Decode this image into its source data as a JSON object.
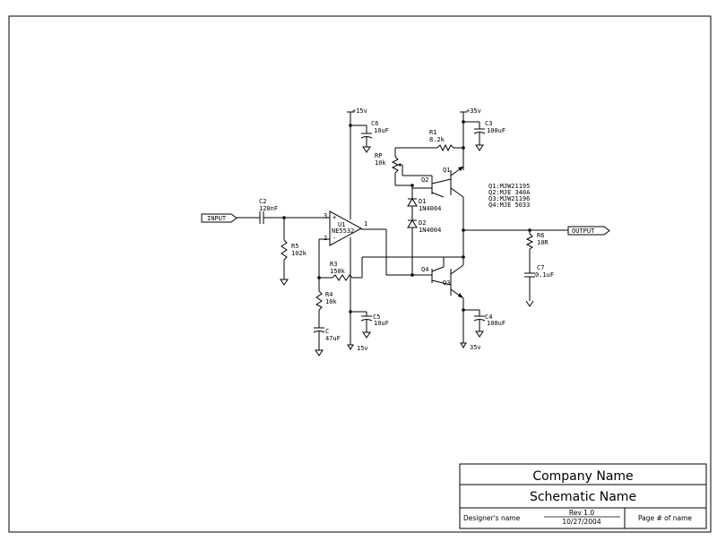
{
  "schematic": {
    "supplies": {
      "pos15": "+15v",
      "neg15": "15v",
      "pos35": "+35v",
      "neg35": "35v"
    },
    "ports": {
      "input": "INPUT",
      "output": "OUTPUT"
    },
    "components": {
      "c6": {
        "ref": "C6",
        "value": "10uF"
      },
      "c5": {
        "ref": "C5",
        "value": "10uF"
      },
      "c3": {
        "ref": "C3",
        "value": "100uF"
      },
      "c4": {
        "ref": "C4",
        "value": "100uF"
      },
      "c2": {
        "ref": "C2",
        "value": "120nF"
      },
      "c7": {
        "ref": "C7",
        "value": "0.1uF"
      },
      "c": {
        "ref": "C",
        "value": "47uF"
      },
      "r1": {
        "ref": "R1",
        "value": "8.2k"
      },
      "rp": {
        "ref": "RP",
        "value": "10k"
      },
      "r5": {
        "ref": "R5",
        "value": "102k"
      },
      "r3": {
        "ref": "R3",
        "value": "150k"
      },
      "r4": {
        "ref": "R4",
        "value": "10k"
      },
      "r6": {
        "ref": "R6",
        "value": "10R"
      },
      "d1": {
        "ref": "D1",
        "value": "1N4004"
      },
      "d2": {
        "ref": "D2",
        "value": "1N4004"
      },
      "u1": {
        "ref": "U1",
        "value": "NE5532"
      },
      "q1": {
        "ref": "Q1"
      },
      "q2": {
        "ref": "Q2"
      },
      "q3": {
        "ref": "Q3"
      },
      "q4": {
        "ref": "Q4"
      }
    },
    "pins": {
      "plus": "+",
      "minus": "-",
      "p3": "3",
      "p2": "2",
      "p1": "1"
    },
    "parts_list": [
      "Q1:MJW21195",
      "Q2:MJE 340A",
      "Q3:MJW21196",
      "Q4:MJE 5033"
    ]
  },
  "title_block": {
    "company": "Company Name",
    "schematic_name": "Schematic Name",
    "designer": "Designer's name",
    "rev": "Rev 1.0",
    "date": "10/27/2004",
    "page": "Page # of name"
  }
}
